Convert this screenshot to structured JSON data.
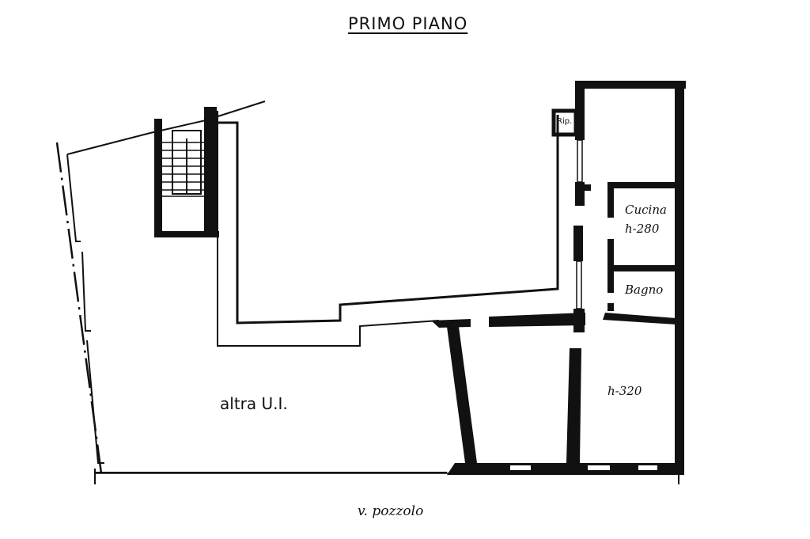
{
  "drawing": {
    "title": "PRIMO PIANO",
    "rooms": [
      {
        "name": "Cucina",
        "height": "h-280"
      },
      {
        "name": "Bagno"
      },
      {
        "name": "Rip."
      },
      {
        "height": "h-320"
      }
    ],
    "adjacent_unit": "altra U.I.",
    "street": "v. pozzolo"
  }
}
